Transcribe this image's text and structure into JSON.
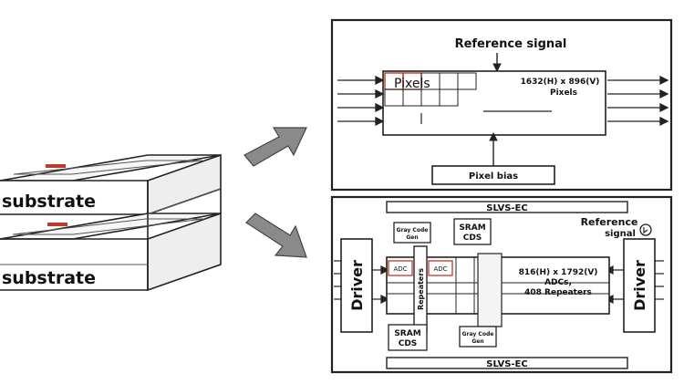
{
  "left": {
    "top_layer_label": "substrate",
    "bottom_layer_label": "substrate"
  },
  "top_panel": {
    "reference_signal": "Reference signal",
    "pixels_label": "Pixels",
    "pixel_dims": "1632(H) x 896(V)",
    "pixel_dims_unit": "Pixels",
    "pixel_bias": "Pixel bias"
  },
  "bottom_panel": {
    "slvs_top": "SLVS-EC",
    "slvs_bottom": "SLVS-EC",
    "driver_left": "Driver",
    "driver_right": "Driver",
    "reference_signal_line1": "Reference",
    "reference_signal_line2": "signal",
    "gray_code_gen_top_line1": "Gray Code",
    "gray_code_gen_top_line2": "Gen",
    "sram_cds_top_line1": "SRAM",
    "sram_cds_top_line2": "CDS",
    "sram_cds_bottom_line1": "SRAM",
    "sram_cds_bottom_line2": "CDS",
    "gray_code_gen_bottom_line1": "Gray Code",
    "gray_code_gen_bottom_line2": "Gen",
    "repeaters_label": "Repeaters",
    "adc_label": "ADC",
    "adc_dims": "816(H) x 1792(V)",
    "adc_dims_line2": "ADCs,",
    "adc_dims_line3": "408 Repeaters"
  },
  "colors": {
    "stroke": "#222222",
    "arrow_fill": "#8a8a8a",
    "highlight": "#c0392b"
  }
}
